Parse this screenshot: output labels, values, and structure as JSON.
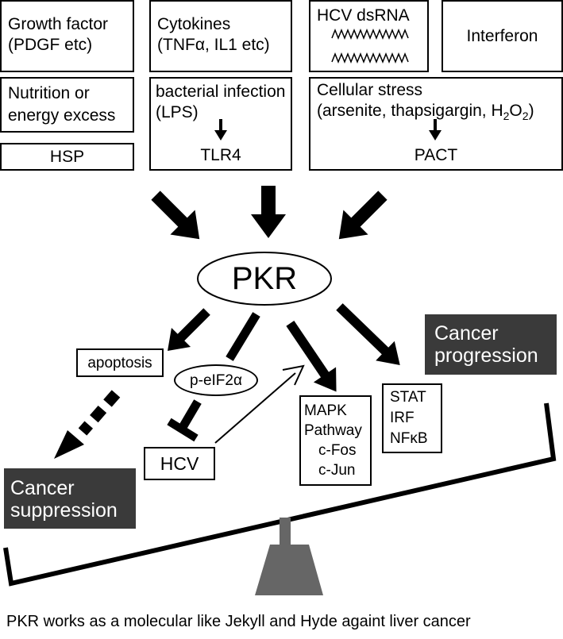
{
  "boxes": {
    "growth_factor": {
      "line1": "Growth factor",
      "line2": "(PDGF etc)"
    },
    "cytokines": {
      "line1": "Cytokines",
      "line2": "(TNFα, IL1 etc)"
    },
    "hcv_dsrna": {
      "label": "HCV dsRNA"
    },
    "interferon": {
      "label": "Interferon"
    },
    "nutrition": {
      "line1": "Nutrition or",
      "line2": "energy excess"
    },
    "bacterial": {
      "line1": "bacterial infection",
      "line2": "(LPS)",
      "receptor": "TLR4"
    },
    "cellular_stress": {
      "line1": "Cellular stress",
      "line2_pre": "(arsenite, thapsigargin, H",
      "sub1": "2",
      "mid": "O",
      "sub2": "2",
      "post": ")",
      "sensor": "PACT"
    },
    "hsp": {
      "label": "HSP"
    }
  },
  "center": {
    "label": "PKR"
  },
  "effects": {
    "apoptosis": "apoptosis",
    "peif2a": "p-eIF2α",
    "hcv": "HCV",
    "mapk": [
      "MAPK",
      "Pathway",
      "c-Fos",
      "c-Jun"
    ],
    "stat": [
      "STAT",
      "IRF",
      "NFκB"
    ]
  },
  "outcomes": {
    "progression": [
      "Cancer",
      "progression"
    ],
    "suppression": [
      "Cancer",
      "suppression"
    ]
  },
  "colors": {
    "dark_box": "#3a3a3a",
    "fulcrum": "#666666"
  },
  "caption": "PKR works as a molecular like Jekyll and Hyde againt liver cancer"
}
